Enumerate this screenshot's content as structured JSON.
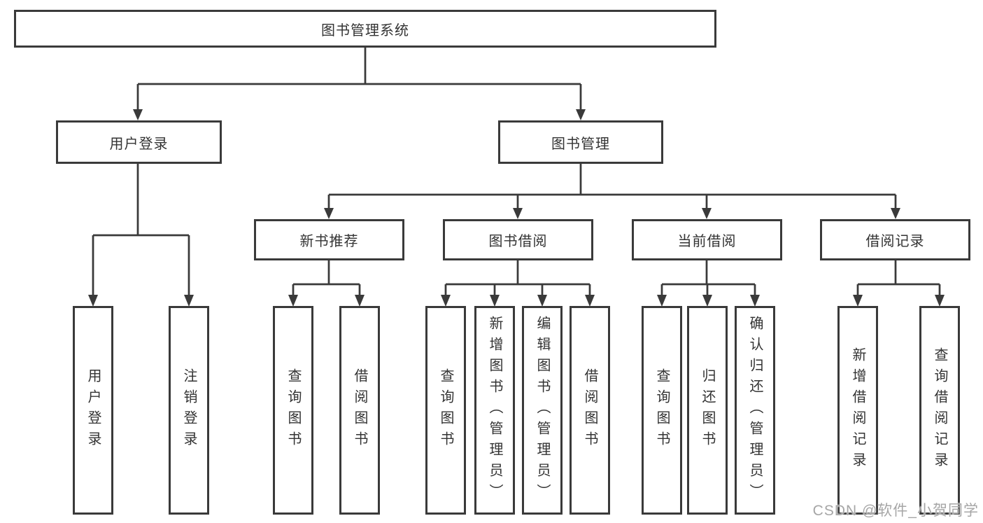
{
  "diagram": {
    "root": {
      "label": "图书管理系统"
    },
    "branches": [
      {
        "label": "用户登录",
        "children": [
          {
            "label": "用户登录"
          },
          {
            "label": "注销登录"
          }
        ]
      },
      {
        "label": "图书管理",
        "children": [
          {
            "label": "新书推荐",
            "children": [
              {
                "label": "查询图书"
              },
              {
                "label": "借阅图书"
              }
            ]
          },
          {
            "label": "图书借阅",
            "children": [
              {
                "label": "查询图书"
              },
              {
                "label": "新增图书（管理员）"
              },
              {
                "label": "编辑图书（管理员）"
              },
              {
                "label": "借阅图书"
              }
            ]
          },
          {
            "label": "当前借阅",
            "children": [
              {
                "label": "查询图书"
              },
              {
                "label": "归还图书"
              },
              {
                "label": "确认归还（管理员）"
              }
            ]
          },
          {
            "label": "借阅记录",
            "children": [
              {
                "label": "新增借阅记录"
              },
              {
                "label": "查询借阅记录"
              }
            ]
          }
        ]
      }
    ]
  },
  "watermark": {
    "text": "CSDN @软件_小贺同学"
  },
  "colors": {
    "line": "#3a3a3a",
    "text": "#333333",
    "background": "#ffffff",
    "watermark": "#a6a6a6"
  }
}
